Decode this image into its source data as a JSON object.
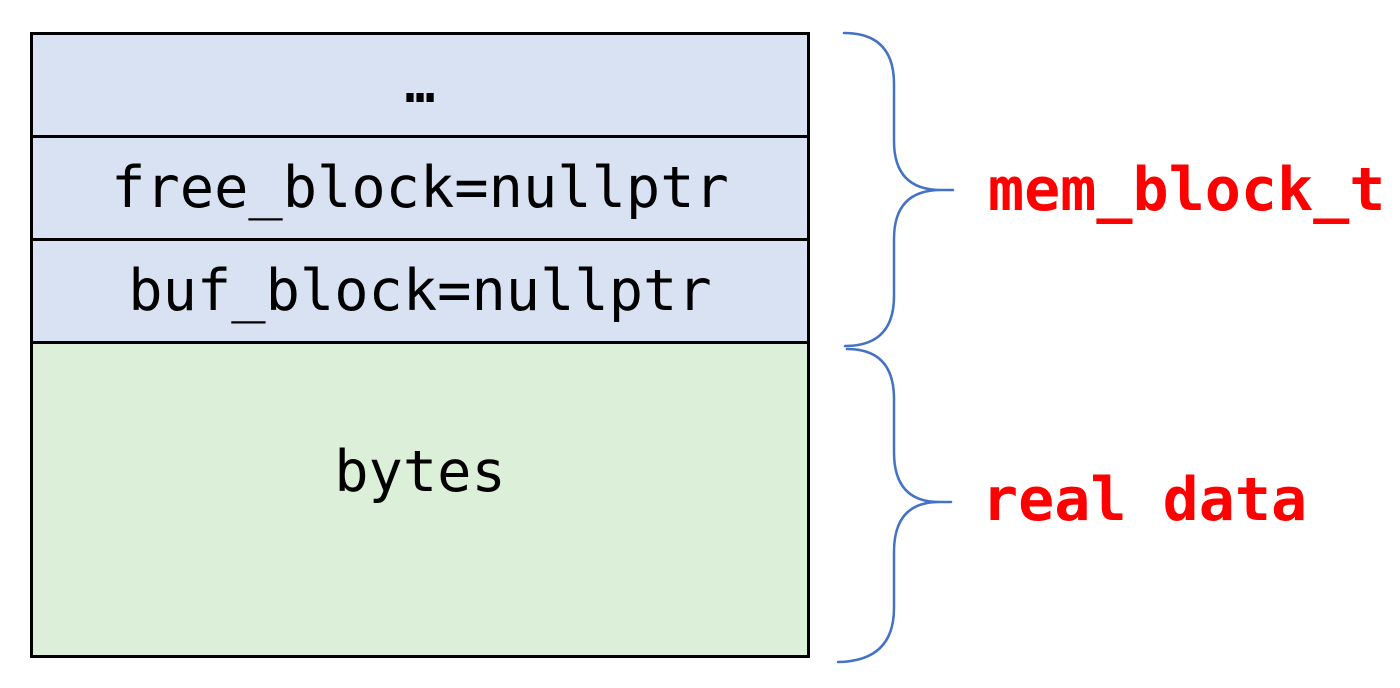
{
  "diagram": {
    "box": {
      "rows": [
        {
          "id": "ellipsis",
          "label": "…"
        },
        {
          "id": "free_block",
          "label": "free_block=nullptr"
        },
        {
          "id": "buf_block",
          "label": "buf_block=nullptr"
        },
        {
          "id": "bytes",
          "label": "bytes"
        }
      ]
    },
    "annotations": [
      {
        "id": "mem_block_t",
        "label": "mem_block_t"
      },
      {
        "id": "real_data",
        "label": "real data"
      }
    ]
  },
  "colors": {
    "background": "#ffffff",
    "struct-fill": "#d9e2f3",
    "data-fill": "#dcefd9",
    "border": "#000000",
    "row-text": "#000000",
    "brace": "#4472c4",
    "annotation": "#ff0000"
  }
}
